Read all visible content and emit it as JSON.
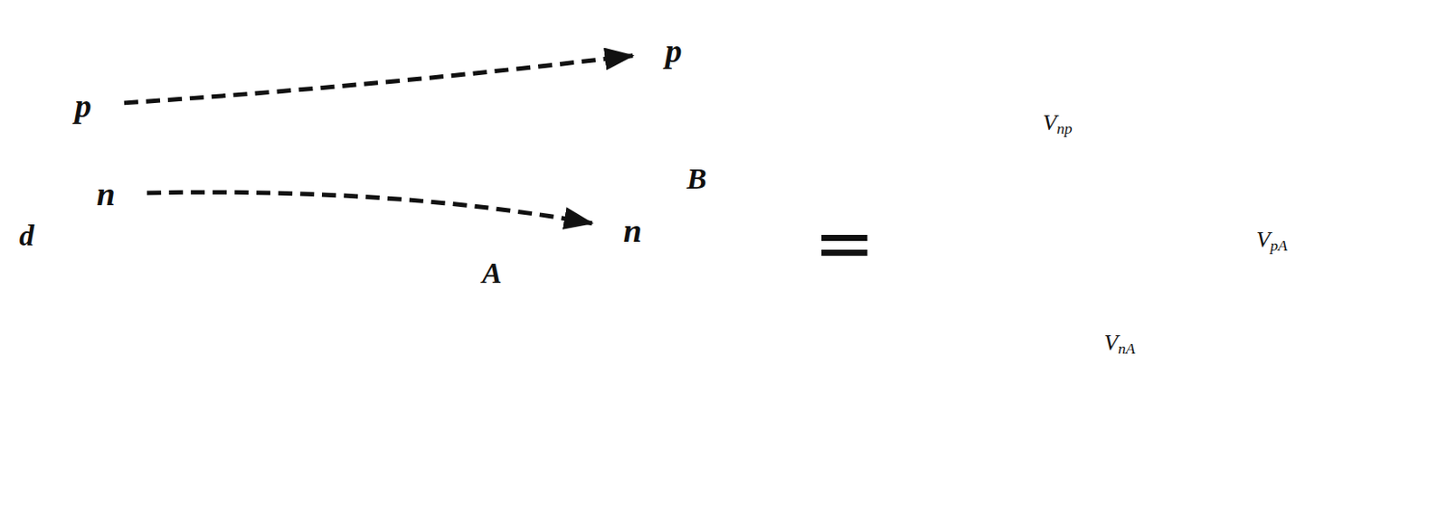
{
  "diagram": {
    "nodes": [
      {
        "text": [
          "d"
        ]
      },
      {
        "text": [
          "p"
        ],
        "in": 0
      },
      {
        "text": [
          "n"
        ],
        "in": 0
      },
      {
        "text": [
          "p"
        ]
      },
      {
        "text": [
          "B"
        ]
      },
      {
        "text": [
          "n"
        ],
        "in": 4
      },
      {
        "text": [
          "A"
        ],
        "in": 4
      }
    ],
    "edges": [
      {
        "from": 1,
        "to": 3,
        "arrow": "to"
      },
      {
        "from": 2,
        "to": 5,
        "arrow": "to"
      }
    ],
    "labels": [
      "=",
      "Vnp",
      "VpA",
      "VnA"
    ]
  }
}
